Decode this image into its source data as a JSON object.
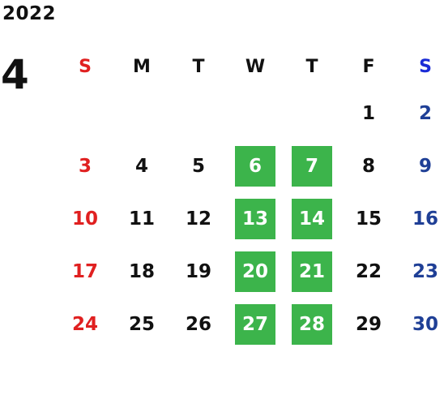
{
  "year": "2022",
  "month": "4",
  "weekdays": [
    "S",
    "M",
    "T",
    "W",
    "T",
    "F",
    "S"
  ],
  "colors": {
    "sunday": "#e02020",
    "saturday": "#1f3f96",
    "highlight": "#3cb44b"
  },
  "weeks": [
    [
      {
        "d": "",
        "hl": false
      },
      {
        "d": "",
        "hl": false
      },
      {
        "d": "",
        "hl": false
      },
      {
        "d": "",
        "hl": false
      },
      {
        "d": "",
        "hl": false
      },
      {
        "d": "1",
        "hl": false
      },
      {
        "d": "2",
        "hl": false
      }
    ],
    [
      {
        "d": "3",
        "hl": false
      },
      {
        "d": "4",
        "hl": false
      },
      {
        "d": "5",
        "hl": false
      },
      {
        "d": "6",
        "hl": true
      },
      {
        "d": "7",
        "hl": true
      },
      {
        "d": "8",
        "hl": false
      },
      {
        "d": "9",
        "hl": false
      }
    ],
    [
      {
        "d": "10",
        "hl": false
      },
      {
        "d": "11",
        "hl": false
      },
      {
        "d": "12",
        "hl": false
      },
      {
        "d": "13",
        "hl": true
      },
      {
        "d": "14",
        "hl": true
      },
      {
        "d": "15",
        "hl": false
      },
      {
        "d": "16",
        "hl": false
      }
    ],
    [
      {
        "d": "17",
        "hl": false
      },
      {
        "d": "18",
        "hl": false
      },
      {
        "d": "19",
        "hl": false
      },
      {
        "d": "20",
        "hl": true
      },
      {
        "d": "21",
        "hl": true
      },
      {
        "d": "22",
        "hl": false
      },
      {
        "d": "23",
        "hl": false
      }
    ],
    [
      {
        "d": "24",
        "hl": false
      },
      {
        "d": "25",
        "hl": false
      },
      {
        "d": "26",
        "hl": false
      },
      {
        "d": "27",
        "hl": true
      },
      {
        "d": "28",
        "hl": true
      },
      {
        "d": "29",
        "hl": false
      },
      {
        "d": "30",
        "hl": false
      }
    ]
  ]
}
